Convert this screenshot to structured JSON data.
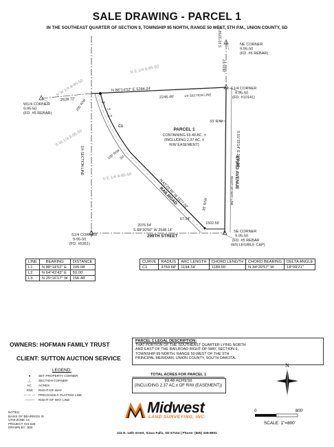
{
  "header": {
    "title": "SALE DRAWING - PARCEL 1",
    "subtitle": "IN THE SOUTHEAST QUARTER OF SECTION 9, TOWNSHIP 95 NORTH, RANGE 50 WEST, 5TH P.M., UNION COUNTY, SD"
  },
  "plat": {
    "ne_corner": [
      "NE CORNER",
      "9-95-50",
      "(FD. #5 REBAR)"
    ],
    "e14_corner": [
      "E1/4 CORNER",
      "9-95-50",
      "(FD. #10141)"
    ],
    "w14_corner": [
      "W1/4 CORNER",
      "9-95-50",
      "(FD. #5 REBAR)"
    ],
    "s14_corner": [
      "S1/4 CORNER",
      "9-95-50",
      "(FD. #5351)"
    ],
    "se_corner": [
      "SE CORNER",
      "9-95-50",
      "(FD. #5 REBAR",
      "W/ILLEGIBLE CAP)"
    ],
    "quarter_labels": {
      "ne": "N E 1/4  9-95-50",
      "nw": "N W 1/4  9-95-50",
      "sw": "S W 1/4  9-95-50",
      "se": "S E 1/4  9-95-50"
    },
    "north_bearing": "N 88°14'52\" E  5284.24'",
    "west_dist": "2528.72'",
    "north_dist": "2246.46'",
    "quarter_line": "1/4 SECTION LINE",
    "east_bearing": "S 01°33'14\" E  2601.04'",
    "north_east_dist": "2633.57'",
    "east_top": "S 01°33'56\" E",
    "avenue": "473RD AVENUE",
    "row_33": "33' R/W",
    "row_35": "35' R/W",
    "row_50": "50'",
    "row_100": "100' R/W",
    "row_200": "200' R/W",
    "sec_line_label": "1/4 SECTION LINE",
    "rr_bearing": "N 43°25'36\" W 1277.02'",
    "railroad": "RAILROAD",
    "row_line": "RIGHT-OF-WAY LINE",
    "south_dist_a": "2076.54'",
    "south_bearing": "S 88°20'50\" W  2548.14'",
    "south_dist_b": "1502.56'",
    "dist_67": "67.04'",
    "street": "299TH STREET",
    "l_labels": [
      "L1",
      "L2",
      "L3"
    ],
    "c_label": "C1",
    "parcel": [
      "PARCEL 1",
      "CONTAINING 93.48 AC. ±",
      "(INCLUDING 2.37 AC. ±",
      "R/W EASEMENT)"
    ]
  },
  "line_table": {
    "headers": [
      "LINE",
      "BEARING",
      "DISTANCE"
    ],
    "rows": [
      [
        "L1",
        "N 88°14'52\" E",
        "109.08'"
      ],
      [
        "L2",
        "N 64°43'43\" E",
        "50.00'"
      ],
      [
        "L3",
        "N 25°16'17\" W",
        "156.48'"
      ]
    ]
  },
  "curve_table": {
    "headers": [
      "CURVE",
      "RADIUS",
      "ARC LENGTH",
      "CHORD LENGTH",
      "CHORD BEARING",
      "DELTA ANGLE"
    ],
    "rows": [
      [
        "C1",
        "3769.68'",
        "1194.54'",
        "1189.55'",
        "N 34°20'57\" W",
        "18°09'21\""
      ]
    ]
  },
  "owner": "OWNERS:  HOFMAN FAMILY TRUST",
  "client": "CLIENT:  SUTTON AUCTION SERVICE",
  "legend": {
    "title": "LEGEND:",
    "items": [
      "SET PROPERTY CORNER",
      "SECTION CORNER",
      "ACRES",
      "RIGHT-OF-WAY",
      "PREVIOUSLY PLATTED LINE",
      "RIGHT OF WAY LINE"
    ],
    "keys": [
      "AC.",
      "R/W"
    ]
  },
  "legal": {
    "title": "PARCEL 1 LEGAL DESCRIPTION:",
    "lines": [
      "THAT PORTION OF THE SOUTHEAST QUARTER LYING NORTH",
      "AND EAST OF THE RAILROAD RIGHT-OF-WAY, SECTION 9,",
      "TOWNSHIP 95 NORTH, RANGE 50 WEST OF THE 5TH",
      "PRINCIPAL MERIDIAN, UNION COUNTY, SOUTH DAKOTA."
    ]
  },
  "acres": {
    "title": "TOTAL ACRES FOR PARCEL 1",
    "line1": "93.48 ACRES±",
    "line2": "(INCLUDING 2.37 AC.± OF R/W (EASEMENT))"
  },
  "notes": [
    "NOTES:",
    "BASIS OF BEARINGS IS",
    "UTM-ZONE 14.",
    "PROJECT #24-626",
    "DRAWN BY: JEB"
  ],
  "logo": {
    "name": "Midwest",
    "tag": "LAND SURVEYING, INC."
  },
  "footer": "211 E. 14th street, Sioux Falls, SD  57104 | Phone: (605) 339-8901",
  "scale": {
    "zero": "0",
    "max": "800'",
    "label": "SCALE:  1\"=800'"
  },
  "north": "N",
  "colors": {
    "accent": "#e8731a",
    "ink": "#111111"
  }
}
